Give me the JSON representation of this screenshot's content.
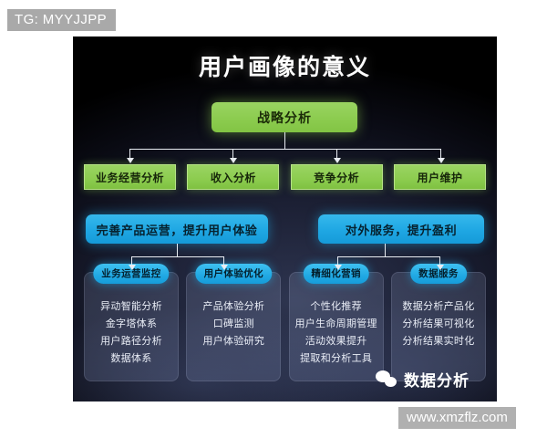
{
  "overlays": {
    "tg_watermark": "TG: MYYJJPP",
    "url_watermark": "www.xmzflz.com"
  },
  "infographic": {
    "title": "用户画像的意义",
    "root_node": "战略分析",
    "analysis_boxes": [
      "业务经营分析",
      "收入分析",
      "竞争分析",
      "用户维护"
    ],
    "category_boxes": [
      "完善产品运营，提升用户体验",
      "对外服务，提升盈利"
    ],
    "columns": [
      {
        "pill": "业务运营监控",
        "items": [
          "异动智能分析",
          "金字塔体系",
          "用户路径分析",
          "数据体系"
        ]
      },
      {
        "pill": "用户体验优化",
        "items": [
          "产品体验分析",
          "口碑监测",
          "用户体验研究"
        ]
      },
      {
        "pill": "精细化营销",
        "items": [
          "个性化推荐",
          "用户生命周期管理",
          "活动效果提升",
          "提取和分析工具"
        ]
      },
      {
        "pill": "数据服务",
        "items": [
          "数据分析产品化",
          "分析结果可视化",
          "分析结果实时化"
        ]
      }
    ],
    "brand": {
      "icon": "wechat-icon",
      "label": "数据分析"
    },
    "colors": {
      "green": "#8ccc4f",
      "blue": "#1fa7e3",
      "panel_bg": "#0a0b14",
      "text": "#ffffff"
    }
  }
}
